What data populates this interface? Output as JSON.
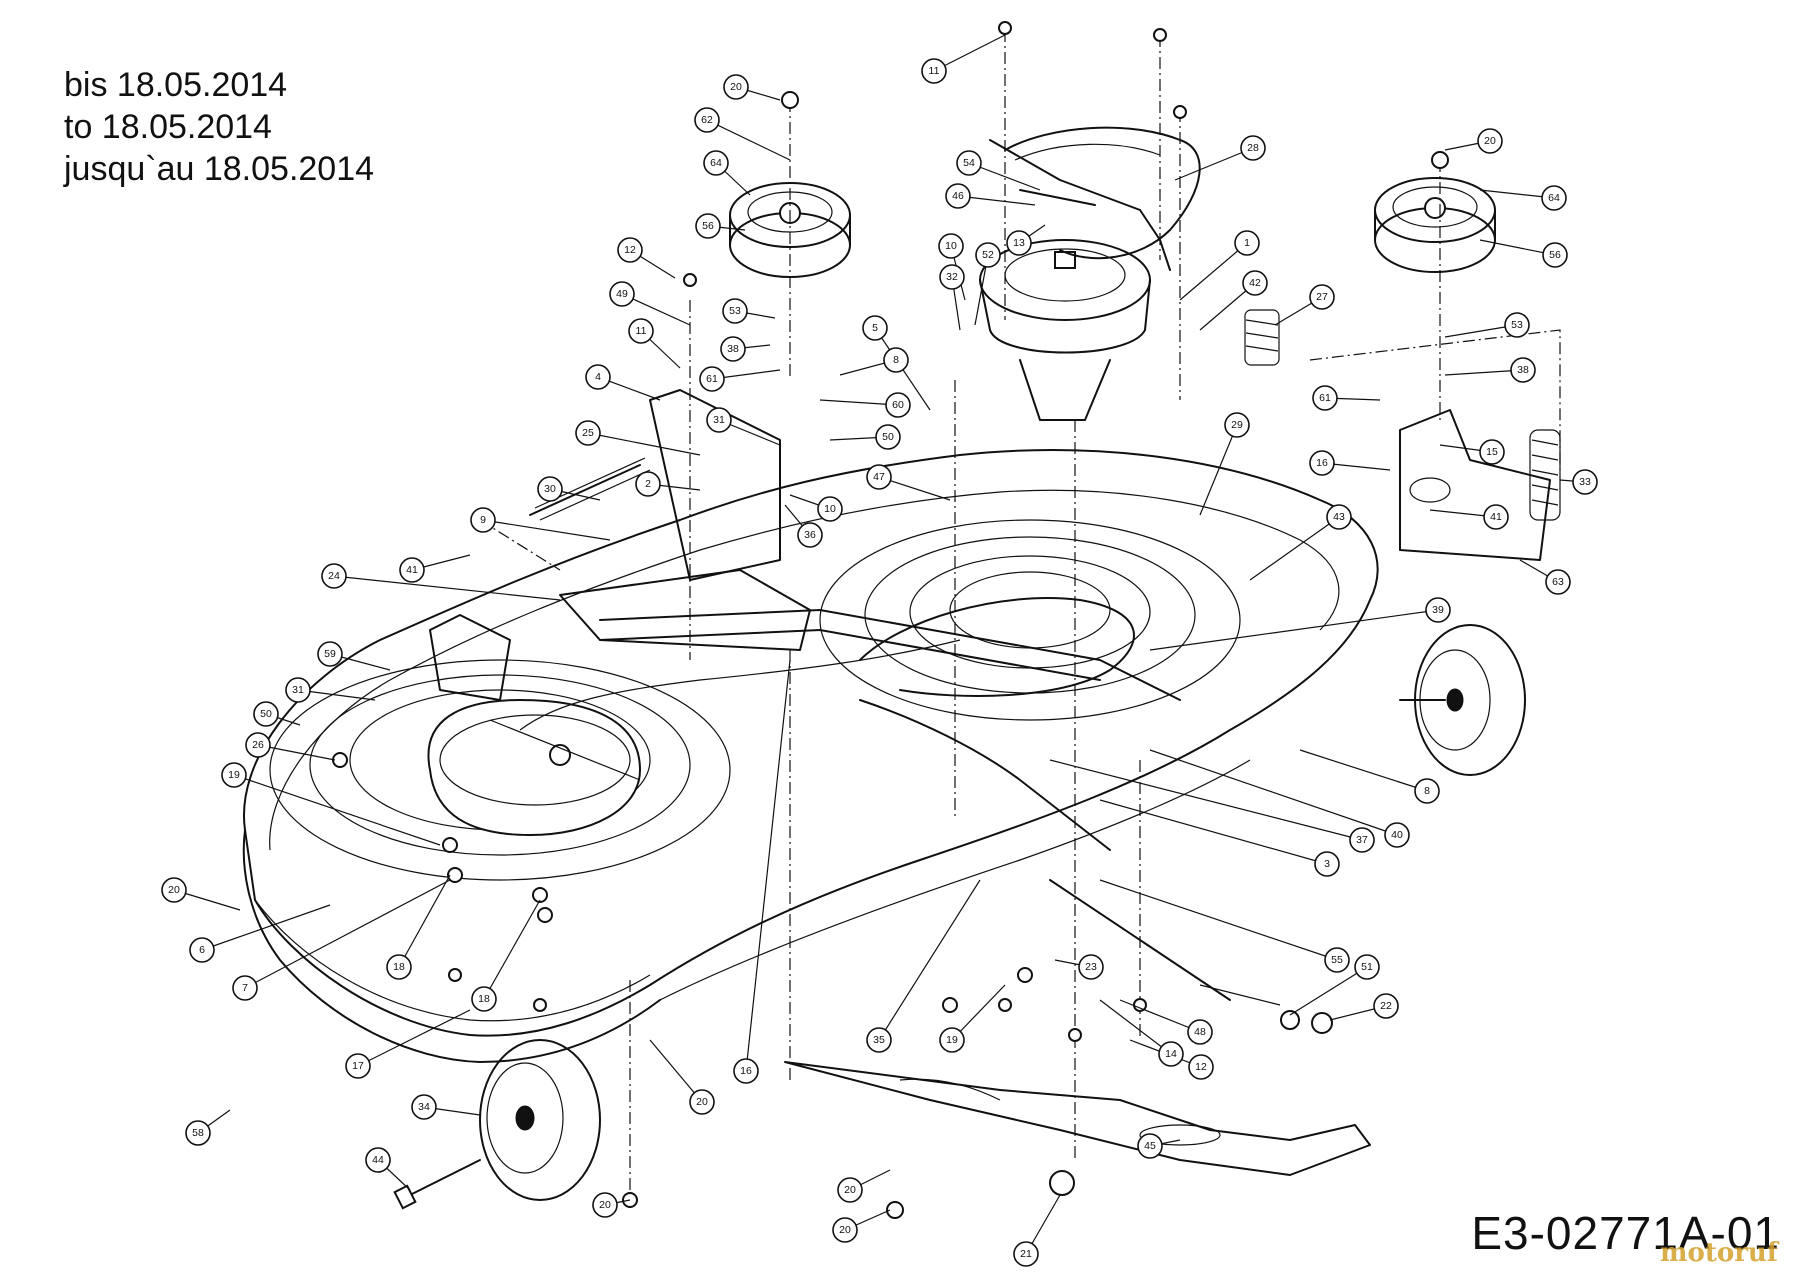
{
  "validity_lines": [
    "bis 18.05.2014",
    "to 18.05.2014",
    "jusqu`au 18.05.2014"
  ],
  "drawing_number": "E3-02771A-01",
  "watermark": "motoruf",
  "callouts": [
    "20",
    "62",
    "64",
    "56",
    "12",
    "49",
    "11",
    "4",
    "53",
    "38",
    "61",
    "8",
    "60",
    "31",
    "50",
    "25",
    "2",
    "30",
    "9",
    "41",
    "24",
    "59",
    "31",
    "50",
    "26",
    "19",
    "20",
    "6",
    "7",
    "18",
    "17",
    "20",
    "18",
    "20",
    "34",
    "44",
    "58",
    "20",
    "16",
    "36",
    "10",
    "47",
    "5",
    "32",
    "10",
    "52",
    "54",
    "46",
    "13",
    "11",
    "28",
    "1",
    "42",
    "27",
    "29",
    "43",
    "39",
    "8",
    "37",
    "40",
    "3",
    "55",
    "23",
    "35",
    "19",
    "14",
    "12",
    "48",
    "51",
    "22",
    "45",
    "20",
    "21",
    "20",
    "64",
    "56",
    "53",
    "38",
    "61",
    "15",
    "16",
    "41",
    "33",
    "63"
  ]
}
